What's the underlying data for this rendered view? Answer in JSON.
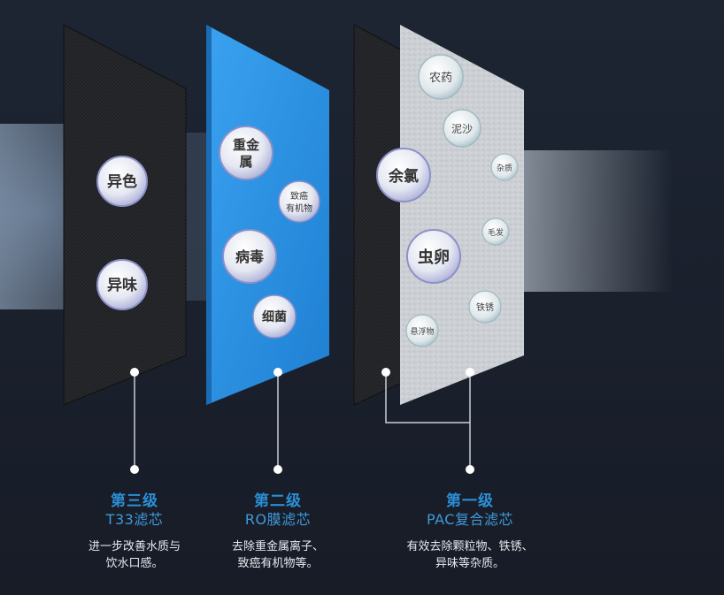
{
  "stages": [
    {
      "level": "第三级",
      "name": "T33滤芯",
      "desc_line1": "进一步改善水质与",
      "desc_line2": "饮水口感。",
      "bubbles": [
        "异色",
        "异味"
      ]
    },
    {
      "level": "第二级",
      "name": "RO膜滤芯",
      "desc_line1": "去除重金属离子、",
      "desc_line2": "致癌有机物等。",
      "bubbles": [
        "重金属",
        "致癌有机物",
        "病毒",
        "细菌"
      ]
    },
    {
      "level": "第一级",
      "name": "PAC复合滤芯",
      "desc_line1": "有效去除颗粒物、铁锈、",
      "desc_line2": "异味等杂质。",
      "bubbles": [
        "余氯",
        "农药",
        "泥沙",
        "杂质",
        "虫卵",
        "毛发",
        "铁锈",
        "悬浮物"
      ]
    }
  ],
  "colors": {
    "accent": "#2b8fd6",
    "ro_panel": "#2a8fe0",
    "carbon_panel": "#1e1f22",
    "pac_panel": "#cfd2d6",
    "background": "#1b2230"
  }
}
